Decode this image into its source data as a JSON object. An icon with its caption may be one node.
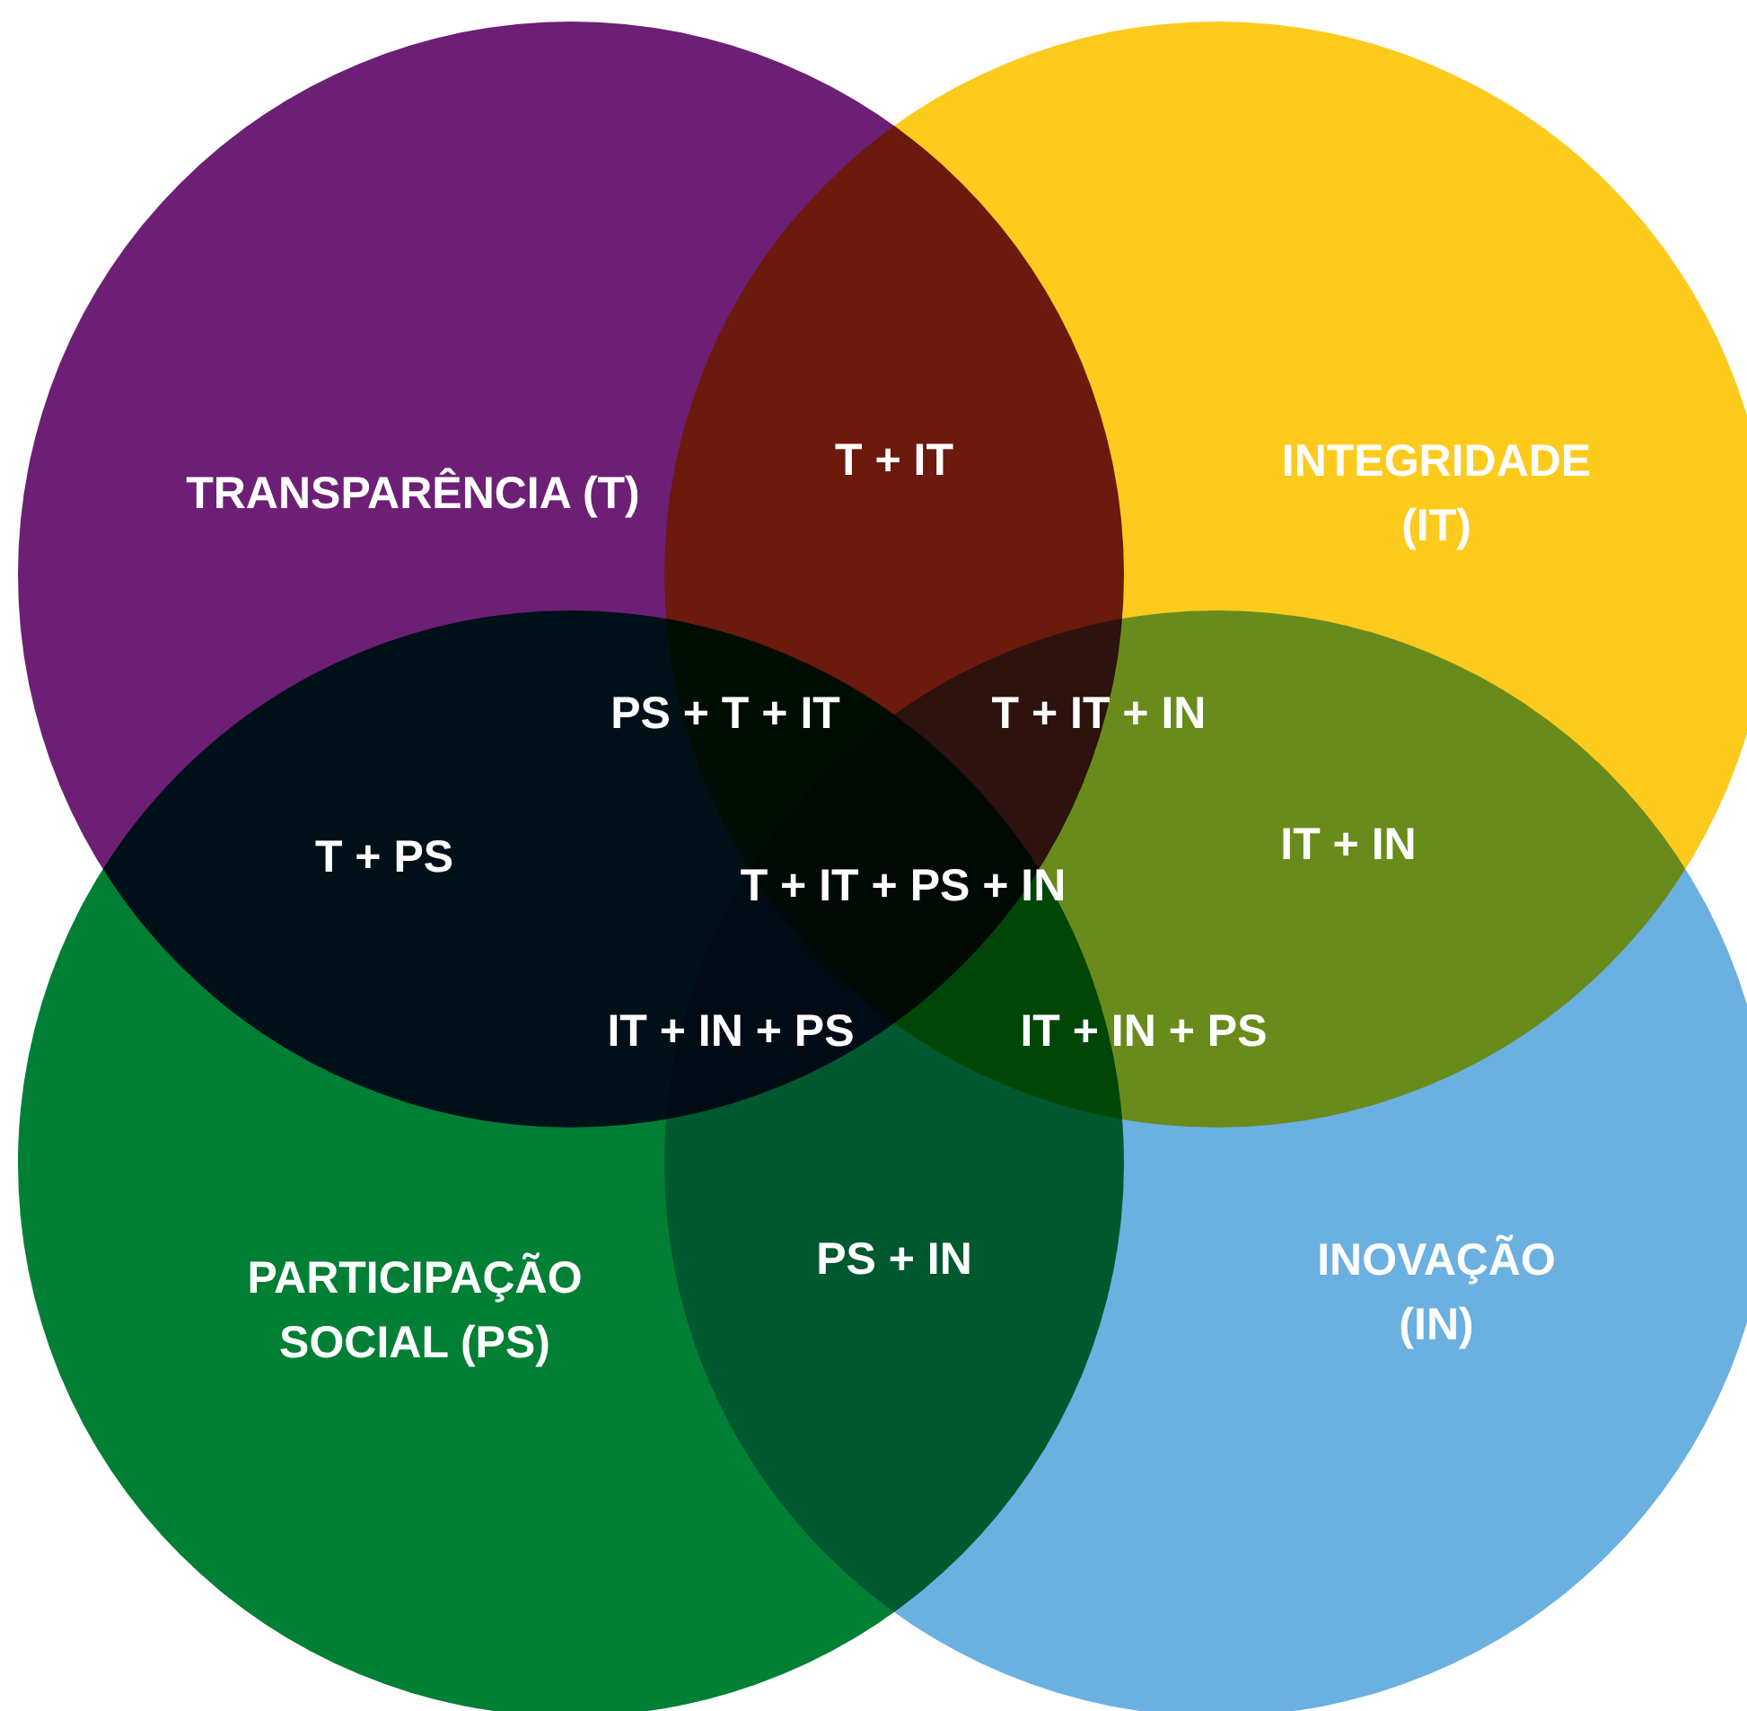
{
  "diagram": {
    "nodes": [
      {
        "text": [
          "TRANSPARÊNCIA (T)"
        ]
      },
      {
        "text": [
          "INTEGRIDADE (IT)"
        ]
      },
      {
        "text": [
          "PARTICIPAÇÃO SOCIAL (PS)"
        ]
      },
      {
        "text": [
          "INOVAÇÃO (IN)"
        ]
      }
    ],
    "edges": [],
    "labels": [
      "T + IT",
      "PS + T + IT",
      "T + IT + IN",
      "T + PS",
      "IT + IN",
      "T + IT + PS + IN",
      "IT + IN + PS",
      "IT + IN + PS",
      "PS + IN"
    ]
  }
}
